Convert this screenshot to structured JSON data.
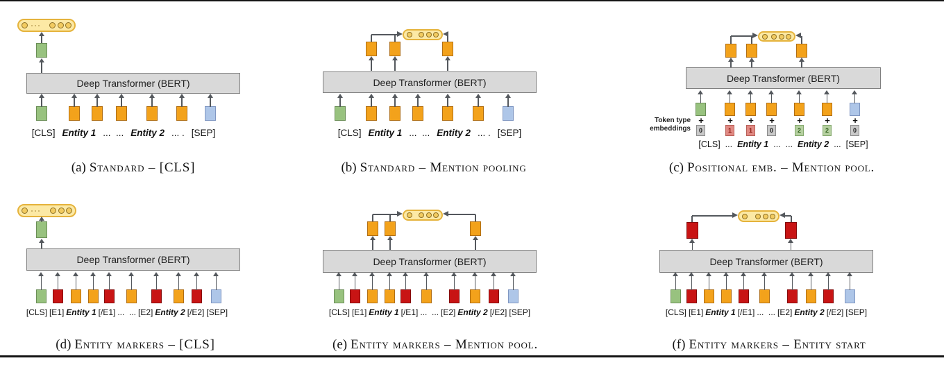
{
  "bert_label": "Deep Transformer (BERT)",
  "palette": {
    "cls_green": "#98C27F",
    "word_orange": "#F3A21B",
    "sep_blue": "#AEC6E8",
    "marker_red": "#C81414",
    "bert_gray": "#D9D9D9",
    "pill_yellow": "#FCE9A5",
    "pill_border": "#E5B33C",
    "arrow_gray": "#54585D",
    "type0_gray": "#C9C9C9",
    "type1_red": "#E08983",
    "type2_green": "#B5D0A0"
  },
  "panels": {
    "a": {
      "caption_prefix": "(a)",
      "caption": "Standard – [CLS]",
      "labels": {
        "cls": "[CLS]",
        "e1": "Entity 1",
        "dots1": "...  ...",
        "e2": "Entity 2",
        "dots2": "... .",
        "sep": "[SEP]"
      }
    },
    "b": {
      "caption_prefix": "(b)",
      "caption": "Standard – Mention pooling",
      "labels": {
        "cls": "[CLS]",
        "e1": "Entity 1",
        "dots1": "...  ...",
        "e2": "Entity 2",
        "dots2": "... .",
        "sep": "[SEP]"
      }
    },
    "c": {
      "caption_prefix": "(c)",
      "caption": "Positional emb. – Mention pool.",
      "plus": "+",
      "tt": {
        "l1": "Token type",
        "l2": "embeddings",
        "v1": "0",
        "v2": "1",
        "v3": "1",
        "v4": "0",
        "v5": "2",
        "v6": "2",
        "v7": "0"
      },
      "labels": {
        "cls": "[CLS]",
        "d1": "...",
        "e1": "Entity 1",
        "d2": "...  ...",
        "e2": "Entity 2",
        "d3": "...",
        "sep": "[SEP]"
      }
    },
    "d": {
      "caption_prefix": "(d)",
      "caption": "Entity markers – [CLS]",
      "labels": {
        "cls": "[CLS]",
        "m1": "[E1]",
        "e1": "Entity 1",
        "m2": "[/E1]",
        "dots": "...  ...",
        "m3": "[E2]",
        "e2": "Entity 2",
        "m4": "[/E2]",
        "sep": "[SEP]"
      }
    },
    "e": {
      "caption_prefix": "(e)",
      "caption": "Entity markers – Mention pool.",
      "labels": {
        "cls": "[CLS]",
        "m1": "[E1]",
        "e1": "Entity 1",
        "m2": "[/E1]",
        "dots": "...  ...",
        "m3": "[E2]",
        "e2": "Entity 2",
        "m4": "[/E2]",
        "sep": "[SEP]"
      }
    },
    "f": {
      "caption_prefix": "(f)",
      "caption": "Entity markers – Entity start",
      "labels": {
        "cls": "[CLS]",
        "m1": "[E1]",
        "e1": "Entity 1",
        "m2": "[/E1]",
        "dots": "...  ...",
        "m3": "[E2]",
        "e2": "Entity 2",
        "m4": "[/E2]",
        "sep": "[SEP]"
      }
    }
  }
}
